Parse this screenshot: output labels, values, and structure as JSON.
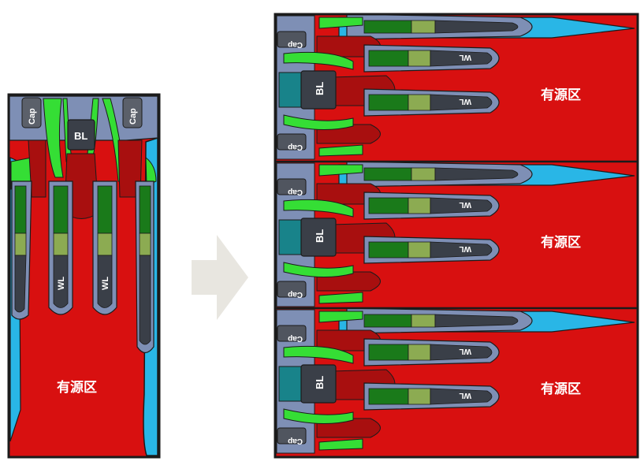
{
  "left_panel": {
    "cap_label": "Cap",
    "bitline_label": "BL",
    "wordline_label": "WL",
    "active_region_label": "有源区"
  },
  "right_panel": {
    "cells": [
      {
        "cap_label": "Cap",
        "bitline_label": "BL",
        "wordline_label": "WL",
        "active_region_label": "有源区"
      },
      {
        "cap_label": "Cap",
        "bitline_label": "BL",
        "wordline_label": "WL",
        "active_region_label": "有源区"
      },
      {
        "cap_label": "Cap",
        "bitline_label": "BL",
        "wordline_label": "WL",
        "active_region_label": "有源区"
      }
    ]
  },
  "arrow": {
    "shape": "right-arrow"
  },
  "colors": {
    "active_region": "#d81010",
    "dark_red": "#a80f0f",
    "dielectric": "#7e8fb5",
    "bright_green": "#35de35",
    "dark_green": "#1a7a1a",
    "olive": "#8cab52",
    "dark_gray": "#3a3f48",
    "gray": "#50555f",
    "teal": "#18838a",
    "cyan": "#29b6e6",
    "outline": "#1b1b1b",
    "arrow": "#e8e6e0"
  }
}
